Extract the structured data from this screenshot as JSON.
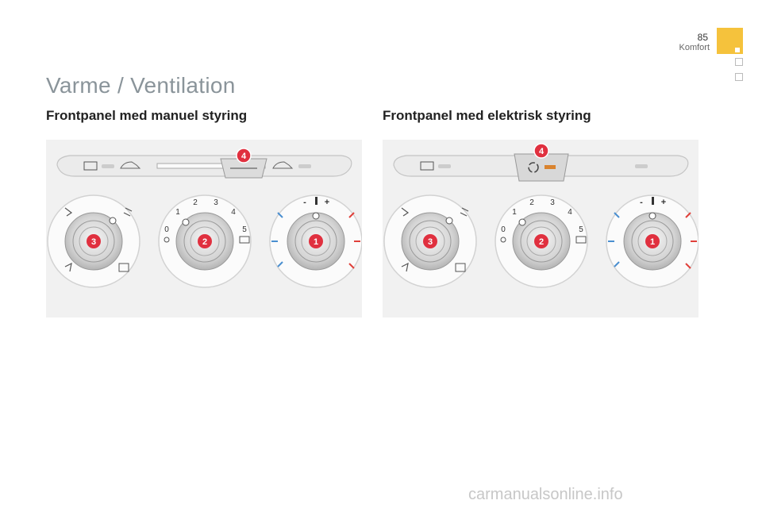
{
  "page": {
    "number": "85",
    "section": "Komfort"
  },
  "title": "Varme / Ventilation",
  "left_panel": {
    "heading": "Frontpanel med manuel styring",
    "callouts": {
      "slider": "4",
      "temp": "1",
      "fan": "2",
      "dist": "3"
    },
    "fan_scale": [
      "0",
      "1",
      "2",
      "3",
      "4",
      "5"
    ],
    "temp_marks": [
      "-",
      "+"
    ]
  },
  "right_panel": {
    "heading": "Frontpanel med elektrisk styring",
    "callouts": {
      "recirc": "4",
      "temp": "1",
      "fan": "2",
      "dist": "3"
    },
    "fan_scale": [
      "0",
      "1",
      "2",
      "3",
      "4",
      "5"
    ],
    "temp_marks": [
      "-",
      "+"
    ]
  },
  "footer": {
    "watermark": "carmanualsonline.info"
  },
  "colors": {
    "accent": "#f5c23c",
    "callout": "#e0303f",
    "cold": "#4a8fd0",
    "hot": "#e0403a"
  }
}
